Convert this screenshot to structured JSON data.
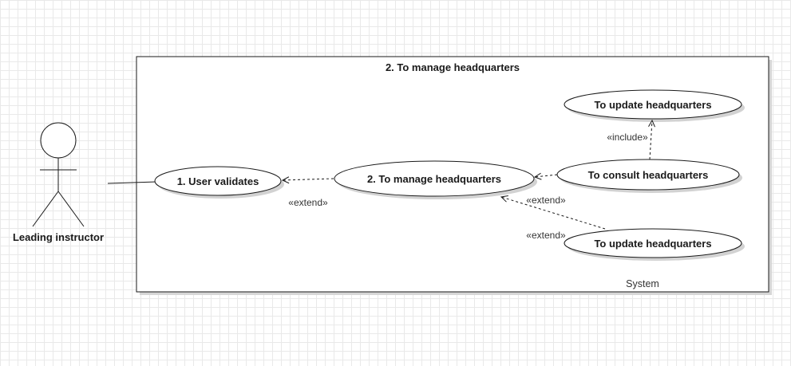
{
  "system": {
    "title": "2. To manage headquarters",
    "label": "System"
  },
  "actor": {
    "name": "Leading instructor"
  },
  "use_cases": {
    "user_validates": "1. User validates",
    "manage": "2. To manage headquarters",
    "update_top": "To update headquarters",
    "consult": "To consult headquarters",
    "update_bottom": "To update headquarters"
  },
  "relations": {
    "manage_to_validate": "«extend»",
    "consult_to_update": "«include»",
    "update_to_manage": "«extend»",
    "update_bottom_extra": "«extend»"
  },
  "colors": {
    "line": "#1a1a1a",
    "shadow": "#cfcfcf"
  }
}
